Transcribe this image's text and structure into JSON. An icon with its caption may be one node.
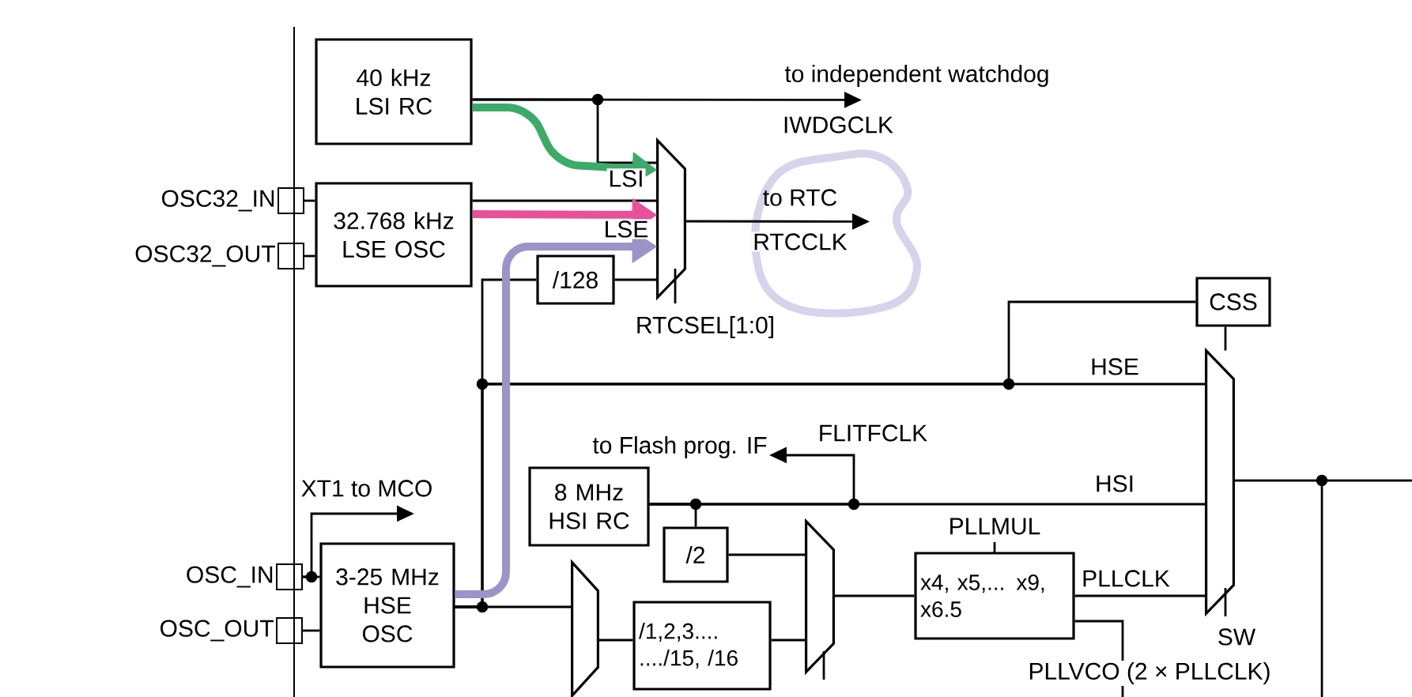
{
  "diagram": {
    "nodes": [
      {
        "text": [
          "40 kHz LSI RC"
        ]
      },
      {
        "text": [
          "32.768 kHz LSE OSC"
        ]
      },
      {
        "text": [
          "OSC32_IN"
        ]
      },
      {
        "text": [
          "OSC32_OUT"
        ]
      },
      {
        "text": [
          "/128"
        ]
      },
      {
        "text": [],
        "shape": "trapezoid"
      },
      {
        "text": [],
        "shape": "trapezoid",
        "beside": [
          "RTCSEL[1:0]"
        ]
      },
      {
        "text": [
          "CSS"
        ]
      },
      {
        "text": [
          "8 MHz HSI RC"
        ]
      },
      {
        "text": [
          "/2"
        ]
      },
      {
        "text": [],
        "shape": "trapezoid"
      },
      {
        "text": [
          "3-25 MHz HSE OSC"
        ]
      },
      {
        "text": [
          "OSC_IN"
        ]
      },
      {
        "text": [
          "OSC_OUT"
        ]
      },
      {
        "text": [
          "/1,2,3.... ..../15, /16"
        ]
      },
      {
        "text": [
          "x4, x5,... x9, x6.5"
        ],
        "beside": [
          "PLLMUL"
        ]
      },
      {
        "text": [],
        "shape": "trapezoid",
        "beside": [
          "SW"
        ]
      },
      {
        "text": [
          "to independent watchdog"
        ]
      },
      {
        "text": [
          "to RTC"
        ]
      },
      {
        "text": [
          "to Flash prog. IF"
        ]
      }
    ],
    "edges": [
      {
        "from": 0,
        "to": 6,
        "arrow": "none",
        "label": "LSI"
      },
      {
        "from": 0,
        "to": 17,
        "arrow": "to",
        "label": "IWDGCLK"
      },
      {
        "from": 1,
        "to": 6,
        "arrow": "none",
        "label": "LSE"
      },
      {
        "from": 4,
        "to": 6,
        "arrow": "none"
      },
      {
        "from": 6,
        "to": 18,
        "arrow": "to",
        "label": "RTCCLK"
      },
      {
        "from": 2,
        "to": 1,
        "arrow": "none"
      },
      {
        "from": 3,
        "to": 1,
        "arrow": "none"
      },
      {
        "from": 12,
        "to": 11,
        "arrow": "none"
      },
      {
        "from": 13,
        "to": 11,
        "arrow": "none"
      },
      {
        "from": 12,
        "to": null,
        "arrow": "to",
        "label": "XT1 to MCO"
      },
      {
        "from": 11,
        "to": 4,
        "arrow": "none"
      },
      {
        "from": 11,
        "to": 16,
        "arrow": "none",
        "label": "HSE"
      },
      {
        "from": 11,
        "to": 5,
        "arrow": "none"
      },
      {
        "from": 11,
        "to": 7,
        "arrow": "none"
      },
      {
        "from": 7,
        "to": 16,
        "arrow": "none"
      },
      {
        "from": 8,
        "to": 16,
        "arrow": "none",
        "label": "HSI"
      },
      {
        "from": 8,
        "to": 9,
        "arrow": "none"
      },
      {
        "from": 8,
        "to": 19,
        "arrow": "to",
        "label": "FLITFCLK"
      },
      {
        "from": 9,
        "to": 10,
        "arrow": "none"
      },
      {
        "from": 14,
        "to": 10,
        "arrow": "none"
      },
      {
        "from": 5,
        "to": 14,
        "arrow": "none"
      },
      {
        "from": 10,
        "to": 15,
        "arrow": "none"
      },
      {
        "from": 15,
        "to": 16,
        "arrow": "none",
        "label": "PLLCLK"
      },
      {
        "from": 15,
        "to": null,
        "arrow": "none",
        "label": "PLLVCO (2 × PLLCLK)"
      },
      {
        "from": 16,
        "to": null,
        "arrow": "none"
      },
      {
        "from": 0,
        "to": 6,
        "arrow": "to",
        "style": "thick",
        "color": "#3daa6a"
      },
      {
        "from": 1,
        "to": 6,
        "arrow": "to",
        "style": "thick",
        "color": "#e8509a"
      },
      {
        "from": 11,
        "to": 6,
        "arrow": "to",
        "style": "thick",
        "color": "#9a94c8"
      }
    ]
  }
}
